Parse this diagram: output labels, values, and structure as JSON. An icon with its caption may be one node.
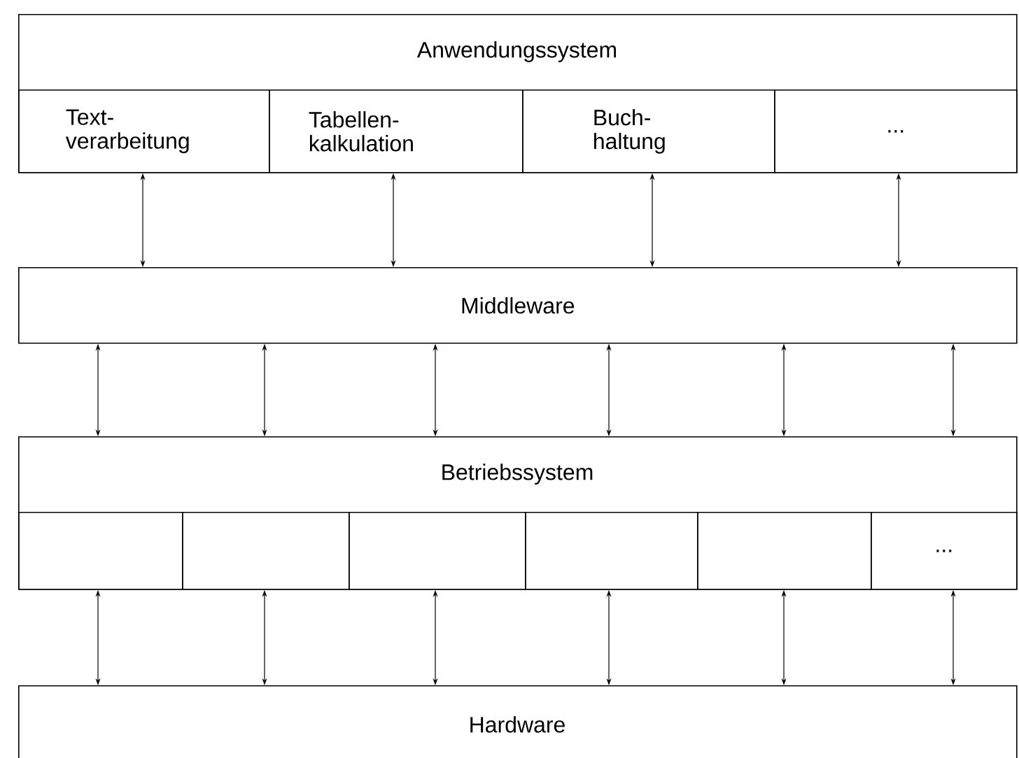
{
  "diagram": {
    "nodes": [
      {
        "text": [
          "Anwendungssystem"
        ]
      },
      {
        "text": [
          "Text- verarbeitung"
        ],
        "in": 0
      },
      {
        "text": [
          "Tabellen- kalkulation"
        ],
        "in": 0
      },
      {
        "text": [
          "Buch- haltung"
        ],
        "in": 0
      },
      {
        "text": [
          "..."
        ],
        "in": 0
      },
      {
        "text": [
          "Middleware"
        ]
      },
      {
        "text": [
          "Betriebssystem"
        ]
      },
      {
        "text": [],
        "shape": "box",
        "in": 6
      },
      {
        "text": [],
        "shape": "box",
        "in": 6
      },
      {
        "text": [],
        "shape": "box",
        "in": 6
      },
      {
        "text": [],
        "shape": "box",
        "in": 6
      },
      {
        "text": [],
        "shape": "box",
        "in": 6
      },
      {
        "text": [
          "..."
        ],
        "in": 6
      },
      {
        "text": [
          "Hardware"
        ]
      }
    ],
    "edges": [
      {
        "from": 1,
        "to": 5,
        "arrow": "both"
      },
      {
        "from": 2,
        "to": 5,
        "arrow": "both"
      },
      {
        "from": 3,
        "to": 5,
        "arrow": "both"
      },
      {
        "from": 4,
        "to": 5,
        "arrow": "both"
      },
      {
        "from": 5,
        "to": 6,
        "arrow": "both"
      },
      {
        "from": 5,
        "to": 6,
        "arrow": "both"
      },
      {
        "from": 5,
        "to": 6,
        "arrow": "both"
      },
      {
        "from": 5,
        "to": 6,
        "arrow": "both"
      },
      {
        "from": 5,
        "to": 6,
        "arrow": "both"
      },
      {
        "from": 5,
        "to": 6,
        "arrow": "both"
      },
      {
        "from": 7,
        "to": 13,
        "arrow": "both"
      },
      {
        "from": 8,
        "to": 13,
        "arrow": "both"
      },
      {
        "from": 9,
        "to": 13,
        "arrow": "both"
      },
      {
        "from": 10,
        "to": 13,
        "arrow": "both"
      },
      {
        "from": 11,
        "to": 13,
        "arrow": "both"
      },
      {
        "from": 12,
        "to": 13,
        "arrow": "both"
      }
    ]
  }
}
